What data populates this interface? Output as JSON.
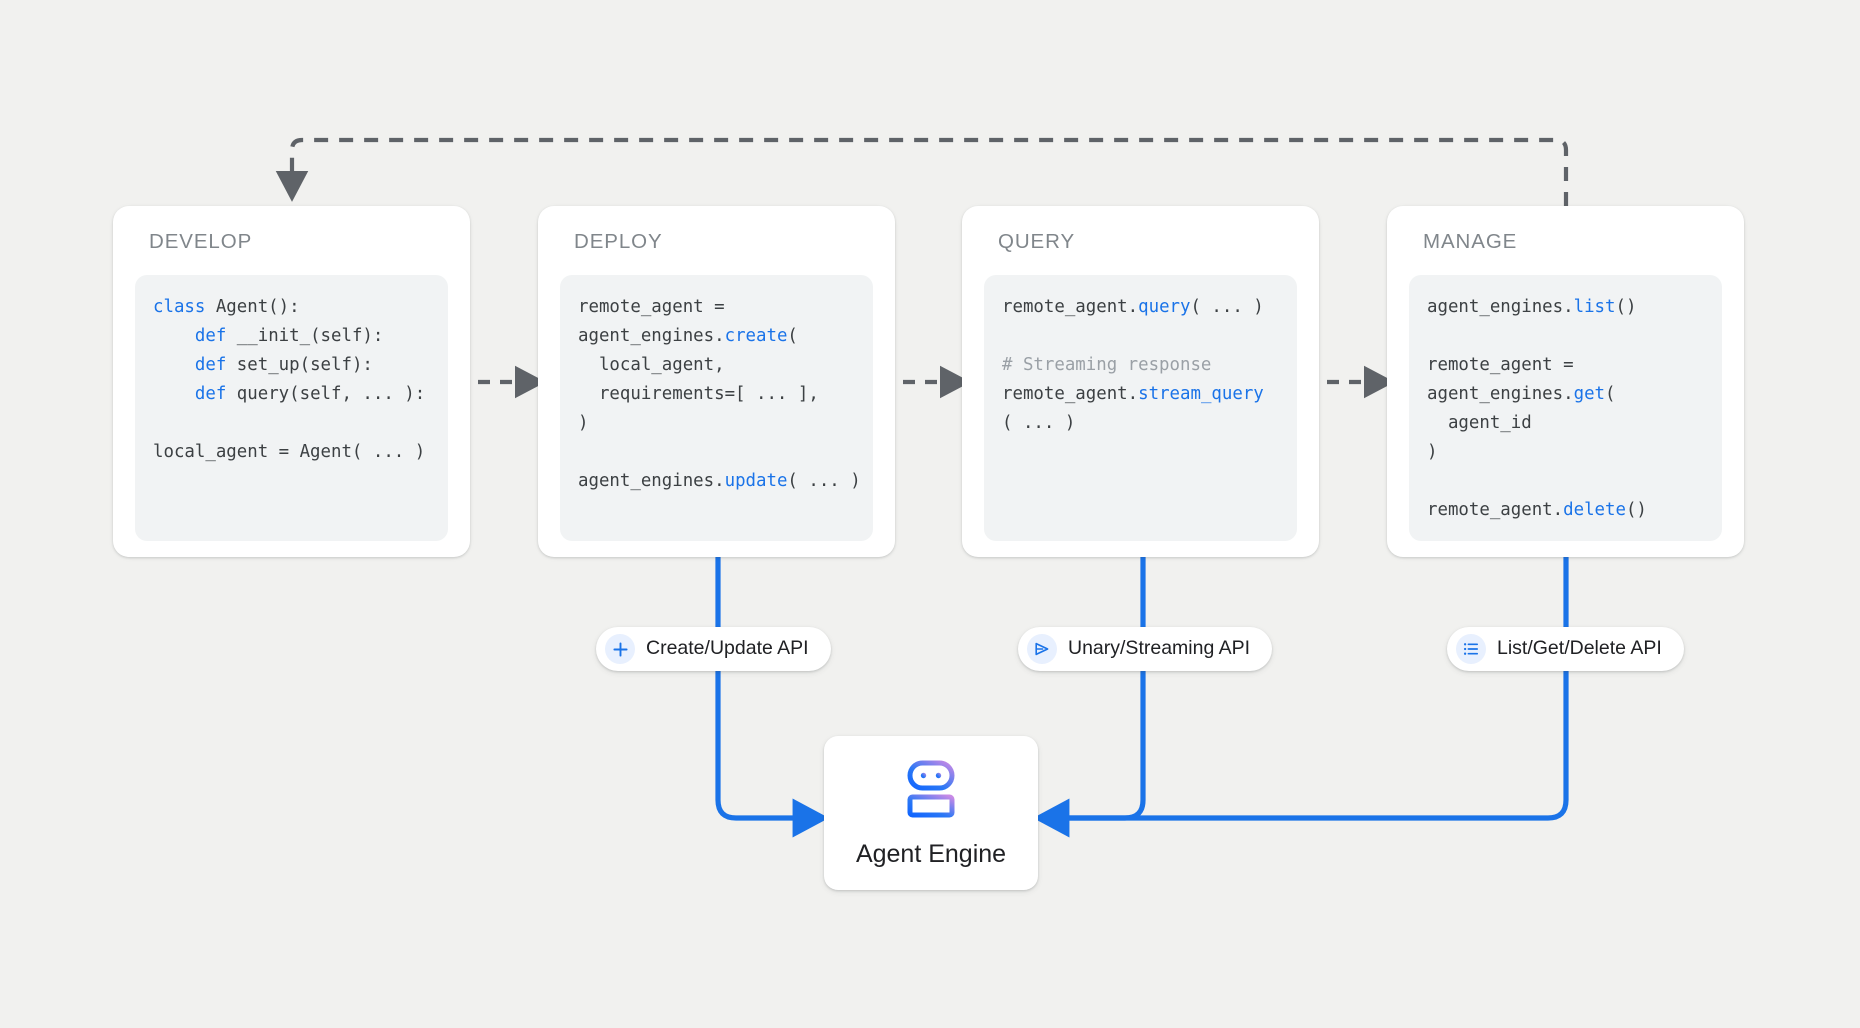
{
  "colors": {
    "background": "#f1f1ef",
    "card_bg": "#ffffff",
    "code_bg": "#f1f3f4",
    "keyword_blue": "#1a73e8",
    "wire_blue": "#1a73e8",
    "dashed_gray": "#5f6368",
    "title_gray": "#80868b",
    "comment_gray": "#9aa0a6",
    "robot_gradient_from": "#1a73e8",
    "robot_gradient_to": "#c77fe8"
  },
  "stages": [
    {
      "title": "DEVELOP",
      "code_lines": [
        [
          {
            "t": "class ",
            "k": true
          },
          {
            "t": "Agent():"
          }
        ],
        [
          {
            "t": "    "
          },
          {
            "t": "def ",
            "k": true
          },
          {
            "t": "__init_(self):"
          }
        ],
        [
          {
            "t": "    "
          },
          {
            "t": "def ",
            "k": true
          },
          {
            "t": "set_up(self):"
          }
        ],
        [
          {
            "t": "    "
          },
          {
            "t": "def ",
            "k": true
          },
          {
            "t": "query(self, ... ):"
          }
        ],
        [
          {
            "t": ""
          }
        ],
        [
          {
            "t": "local_agent = Agent( ... )"
          }
        ]
      ]
    },
    {
      "title": "DEPLOY",
      "code_lines": [
        [
          {
            "t": "remote_agent ="
          }
        ],
        [
          {
            "t": "agent_engines."
          },
          {
            "t": "create",
            "k": true
          },
          {
            "t": "("
          }
        ],
        [
          {
            "t": "  local_agent,"
          }
        ],
        [
          {
            "t": "  requirements=[ ... ],"
          }
        ],
        [
          {
            "t": ")"
          }
        ],
        [
          {
            "t": ""
          }
        ],
        [
          {
            "t": "agent_engines."
          },
          {
            "t": "update",
            "k": true
          },
          {
            "t": "( ... )"
          }
        ]
      ]
    },
    {
      "title": "QUERY",
      "code_lines": [
        [
          {
            "t": "remote_agent."
          },
          {
            "t": "query",
            "k": true
          },
          {
            "t": "( ... )"
          }
        ],
        [
          {
            "t": ""
          }
        ],
        [
          {
            "t": "# Streaming response",
            "c": true
          }
        ],
        [
          {
            "t": "remote_agent."
          },
          {
            "t": "stream_query",
            "k": true
          }
        ],
        [
          {
            "t": "( ... )"
          }
        ]
      ]
    },
    {
      "title": "MANAGE",
      "code_lines": [
        [
          {
            "t": "agent_engines."
          },
          {
            "t": "list",
            "k": true
          },
          {
            "t": "()"
          }
        ],
        [
          {
            "t": ""
          }
        ],
        [
          {
            "t": "remote_agent ="
          }
        ],
        [
          {
            "t": "agent_engines."
          },
          {
            "t": "get",
            "k": true
          },
          {
            "t": "("
          }
        ],
        [
          {
            "t": "  agent_id"
          }
        ],
        [
          {
            "t": ")"
          }
        ],
        [
          {
            "t": ""
          }
        ],
        [
          {
            "t": "remote_agent."
          },
          {
            "t": "delete",
            "k": true
          },
          {
            "t": "()"
          }
        ]
      ]
    }
  ],
  "api_pills": [
    {
      "label": "Create/Update API",
      "icon": "plus-icon"
    },
    {
      "label": "Unary/Streaming API",
      "icon": "send-icon"
    },
    {
      "label": "List/Get/Delete API",
      "icon": "list-icon"
    }
  ],
  "agent_engine": {
    "label": "Agent Engine",
    "icon": "robot-icon"
  },
  "connectors": {
    "develop_to_deploy": "dashed-arrow-right",
    "deploy_to_query": "dashed-arrow-right",
    "query_to_manage": "dashed-arrow-right",
    "manage_to_develop": "dashed-feedback-loop"
  }
}
